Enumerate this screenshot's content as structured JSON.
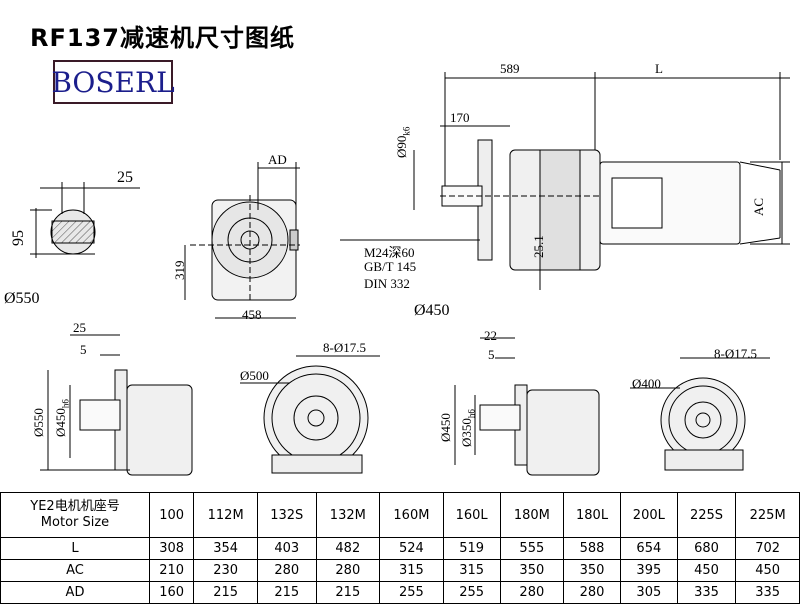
{
  "header": {
    "title": "RF137减速机尺寸图纸",
    "logo_text": "BOSERL"
  },
  "dims": {
    "key_width": "25",
    "key_height": "95",
    "shaft_flange_dia": "Ø550",
    "ad": "AD",
    "h319": "319",
    "w458": "458",
    "len589": "589",
    "len_L": "L",
    "len170": "170",
    "shaft_dia": "Ø90",
    "shaft_tol": "k6",
    "thread": "M24深60",
    "gbt": "GB/T 145",
    "din": "DIN 332",
    "ac": "AC",
    "h251": "25.1",
    "d450": "Ø450",
    "f1_25": "25",
    "f1_5": "5",
    "f1_550": "Ø550",
    "f1_450": "Ø450",
    "f1_tol": "h6",
    "f1_bolt": "8-Ø17.5",
    "f1_pcd": "Ø500",
    "f2_22": "22",
    "f2_5": "5",
    "f2_450": "Ø450",
    "f2_350": "Ø350",
    "f2_tol": "h6",
    "f2_bolt": "8-Ø17.5",
    "f2_pcd": "Ø400"
  },
  "table": {
    "row_header_line1": "YE2电机机座号",
    "row_header_line2": "Motor Size",
    "sizes": [
      "100",
      "112M",
      "132S",
      "132M",
      "160M",
      "160L",
      "180M",
      "180L",
      "200L",
      "225S",
      "225M"
    ],
    "rows": [
      {
        "label": "L",
        "values": [
          "308",
          "354",
          "403",
          "482",
          "524",
          "519",
          "555",
          "588",
          "654",
          "680",
          "702"
        ]
      },
      {
        "label": "AC",
        "values": [
          "210",
          "230",
          "280",
          "280",
          "315",
          "315",
          "350",
          "350",
          "395",
          "450",
          "450"
        ]
      },
      {
        "label": "AD",
        "values": [
          "160",
          "215",
          "215",
          "215",
          "255",
          "255",
          "280",
          "280",
          "305",
          "335",
          "335"
        ]
      }
    ]
  }
}
